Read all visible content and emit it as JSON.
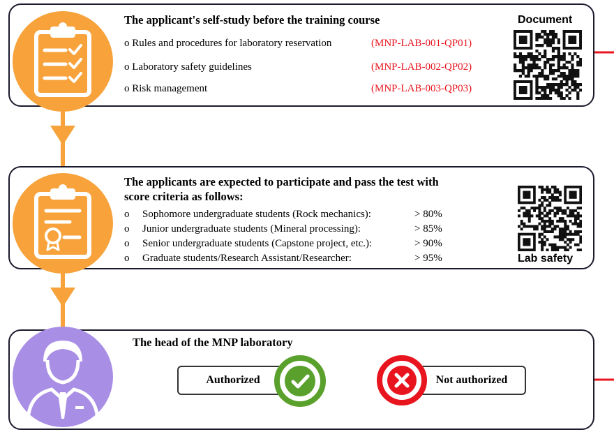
{
  "colors": {
    "orange": "#f7a23a",
    "purple": "#a98ee6",
    "green": "#5aa02c",
    "red": "#e8141e",
    "border": "#1a1a2e"
  },
  "step1": {
    "title": "The applicant's self-study before the training course",
    "qr_label": "Document",
    "icon": "checklist-clipboard-icon",
    "items": [
      {
        "bullet": "o",
        "text": "Rules and procedures for laboratory reservation",
        "code": "(MNP-LAB-001-QP01)"
      },
      {
        "bullet": "o",
        "text": "Laboratory safety guidelines",
        "code": "(MNP-LAB-002-QP02)"
      },
      {
        "bullet": "o",
        "text": "Risk management",
        "code": "(MNP-LAB-003-QP03)"
      }
    ]
  },
  "step2": {
    "title_line1": "The applicants are expected to participate and pass the test with",
    "title_line2": "score criteria as follows:",
    "qr_label": "Lab safety",
    "icon": "certificate-clipboard-icon",
    "items": [
      {
        "bullet": "o",
        "text": "Sophomore undergraduate students (Rock mechanics):",
        "score": "> 80%"
      },
      {
        "bullet": "o",
        "text": "Junior undergraduate students (Mineral processing):",
        "score": "> 85%"
      },
      {
        "bullet": "o",
        "text": "Senior undergraduate students (Capstone project, etc.):",
        "score": "> 90%"
      },
      {
        "bullet": "o",
        "text": "Graduate students/Research Assistant/Researcher:",
        "score": "> 95%"
      }
    ]
  },
  "step3": {
    "title": "The head of the MNP laboratory",
    "icon": "person-tie-icon",
    "authorized_label": "Authorized",
    "not_authorized_label": "Not authorized"
  }
}
